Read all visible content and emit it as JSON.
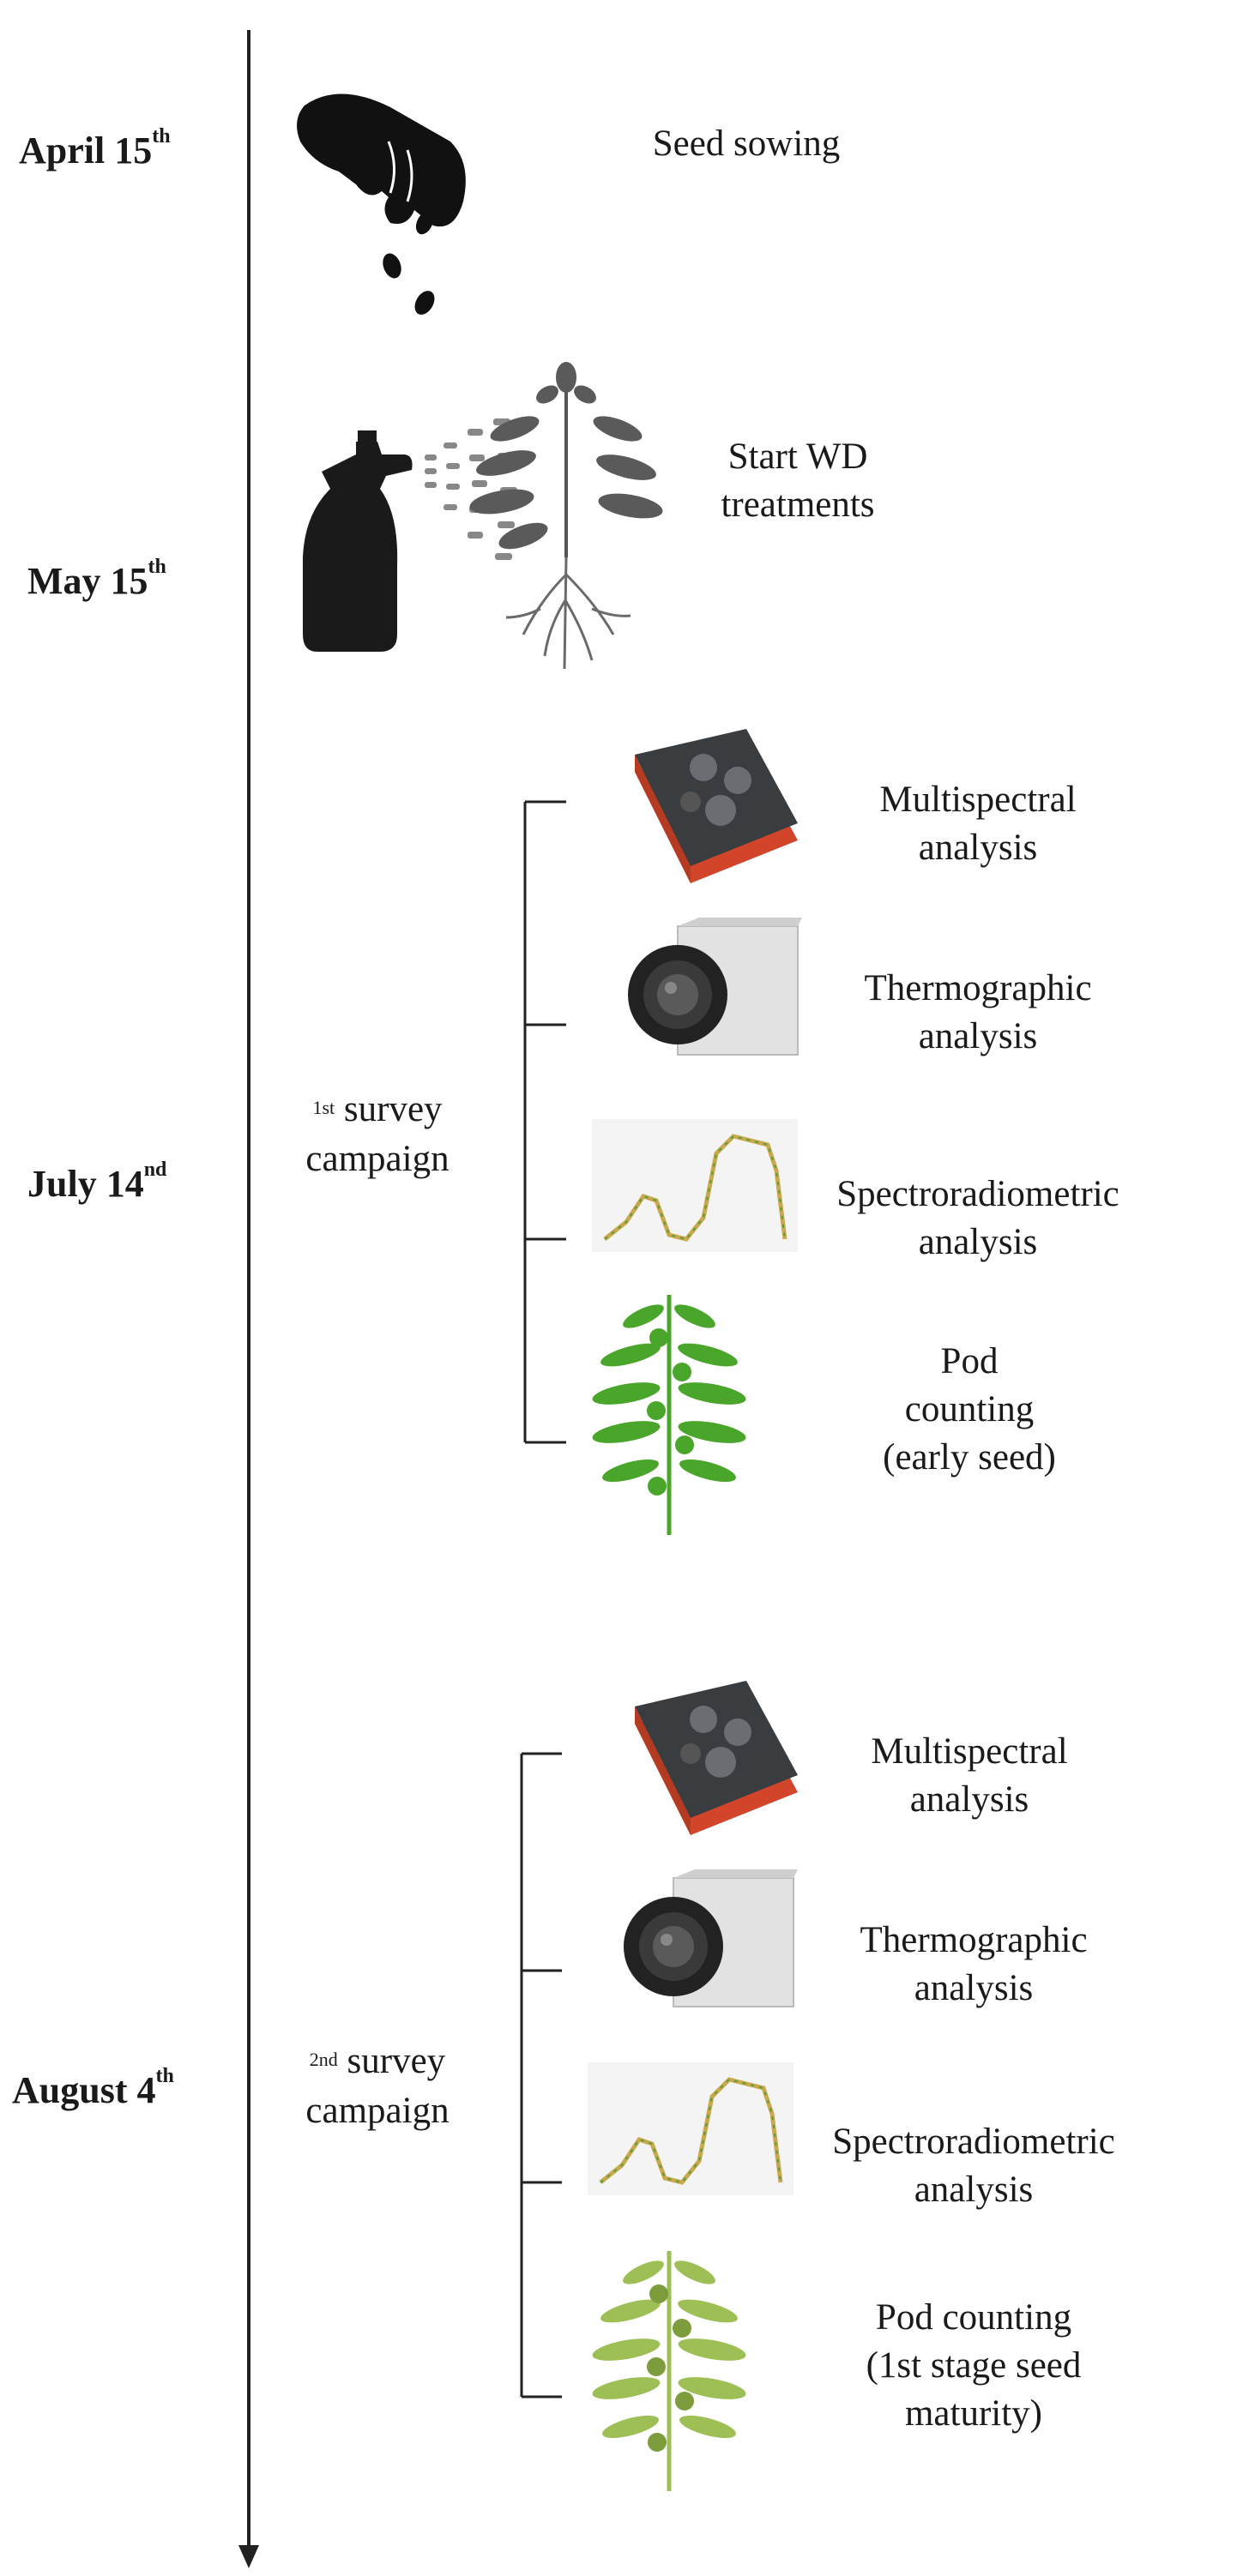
{
  "timeline": {
    "events": [
      {
        "date_main": "April 15",
        "date_sup": "th",
        "label": "Seed sowing"
      },
      {
        "date_main": "May 15",
        "date_sup": "th",
        "label_line1": "Start WD",
        "label_line2": "treatments"
      }
    ],
    "campaigns": [
      {
        "date_main": "July 14",
        "date_sup": "nd",
        "name_num": "1",
        "name_sup": "st",
        "name_line1_rest": " survey",
        "name_line2": "campaign",
        "activities": [
          {
            "line1": "Multispectral",
            "line2": "analysis"
          },
          {
            "line1": "Thermographic",
            "line2": "analysis"
          },
          {
            "line1": "Spectroradiometric",
            "line2": "analysis"
          },
          {
            "line1": "Pod",
            "line2": "counting",
            "line3": "(early seed)"
          }
        ]
      },
      {
        "date_main": "August 4",
        "date_sup": "th",
        "name_num": "2",
        "name_sup": "nd",
        "name_line1_rest": " survey",
        "name_line2": "campaign",
        "activities": [
          {
            "line1": "Multispectral",
            "line2": "analysis"
          },
          {
            "line1": "Thermographic",
            "line2": "analysis"
          },
          {
            "line1": "Spectroradiometric",
            "line2": "analysis"
          },
          {
            "line1": "Pod counting",
            "line2": "(1st stage seed",
            "line3": "maturity)"
          }
        ]
      }
    ]
  },
  "colors": {
    "line": "#222222",
    "camera_orange": "#d2452a",
    "camera_dark": "#3a3d40",
    "thermo_body": "#e2e2e2",
    "plant_green_1": "#4aa52b",
    "plant_green_2": "#9dbf55",
    "spectrum": "#c9a94d"
  }
}
